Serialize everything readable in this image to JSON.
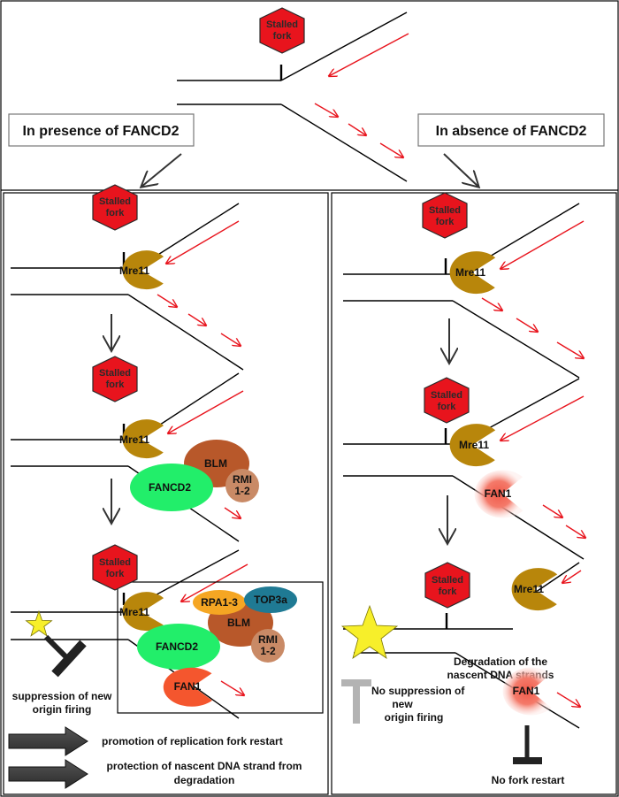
{
  "labels": {
    "stalled_fork_line1": "Stalled",
    "stalled_fork_line2": "fork",
    "presence_box": "In presence of FANCD2",
    "absence_box": "In absence of FANCD2",
    "mre11": "Mre11",
    "blm": "BLM",
    "rmi_line1": "RMI",
    "rmi_line2": "1-2",
    "fancd2": "FANCD2",
    "fan1": "FAN1",
    "rpa": "RPA1-3",
    "top3a": "TOP3a",
    "suppression_line1": "suppression of new",
    "suppression_line2": "origin firing",
    "degradation_line1": "Degradation of the",
    "degradation_line2": "nascent DNA strands",
    "no_suppression_line1": "No suppression of",
    "no_suppression_line2": "new",
    "no_suppression_line3": "origin firing",
    "no_fork_restart": "No fork restart",
    "legend_restart": "promotion of replication  fork restart",
    "legend_protection_line1": "protection of nascent DNA strand from",
    "legend_protection_line2": "degradation"
  },
  "colors": {
    "stop_sign": "#e8141d",
    "mre11": "#b8860b",
    "blm": "#b8582a",
    "rmi": "#c98a66",
    "fancd2": "#22ee6a",
    "fan1": "#f4562e",
    "fan1_faded": "#f47a6a",
    "rpa": "#f5a623",
    "top3a": "#1f7a94",
    "nascent_arrow": "#e8141d",
    "star": "#f7ef2a",
    "suppression_symbol": "#222222",
    "no_suppression_symbol": "#b3b3b3"
  }
}
